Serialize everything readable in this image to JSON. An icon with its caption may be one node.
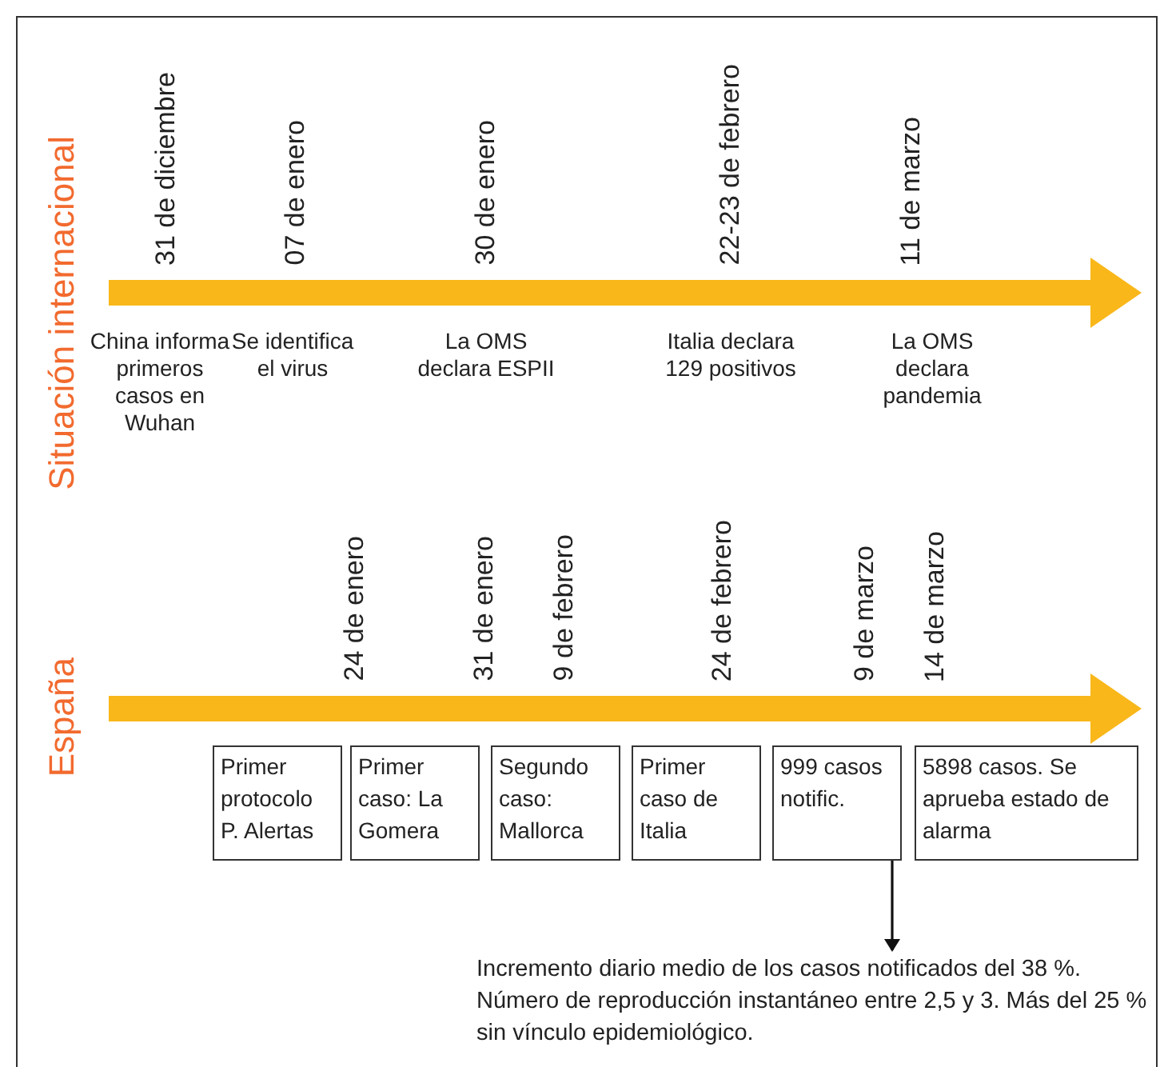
{
  "diagram": {
    "nodes": [
      {
        "text": [
          "Primer protocolo P. Alertas"
        ],
        "beside": [
          "24 de enero"
        ]
      },
      {
        "text": [
          "Primer caso: La Gomera"
        ],
        "beside": [
          "31 de enero"
        ]
      },
      {
        "text": [
          "Segundo caso: Mallorca"
        ],
        "beside": [
          "9 de febrero"
        ]
      },
      {
        "text": [
          "Primer caso de Italia"
        ],
        "beside": [
          "24 de febrero"
        ]
      },
      {
        "text": [
          "999 casos notific."
        ],
        "beside": [
          "9 de marzo"
        ]
      },
      {
        "text": [
          "5898 casos. Se aprueba estado de alarma"
        ],
        "beside": [
          "14 de marzo"
        ]
      },
      {
        "text": [
          "Incremento diario medio de los casos notificados del 38 %. Número de reproducción instantáneo entre 2,5 y 3. Más del 25 % sin vínculo epidemiológico."
        ]
      }
    ],
    "edges": [
      {
        "from": 4,
        "to": 6,
        "arrow": "to"
      }
    ],
    "labels": [
      "Situación internacional",
      "31 de diciembre",
      "07 de enero",
      "30 de enero",
      "22-23 de febrero",
      "11 de marzo",
      "China informa primeros casos en Wuhan",
      "Se identifica el virus",
      "La OMS declara ESPII",
      "Italia declara 129 positivos",
      "La OMS declara pandemia",
      "España"
    ]
  }
}
